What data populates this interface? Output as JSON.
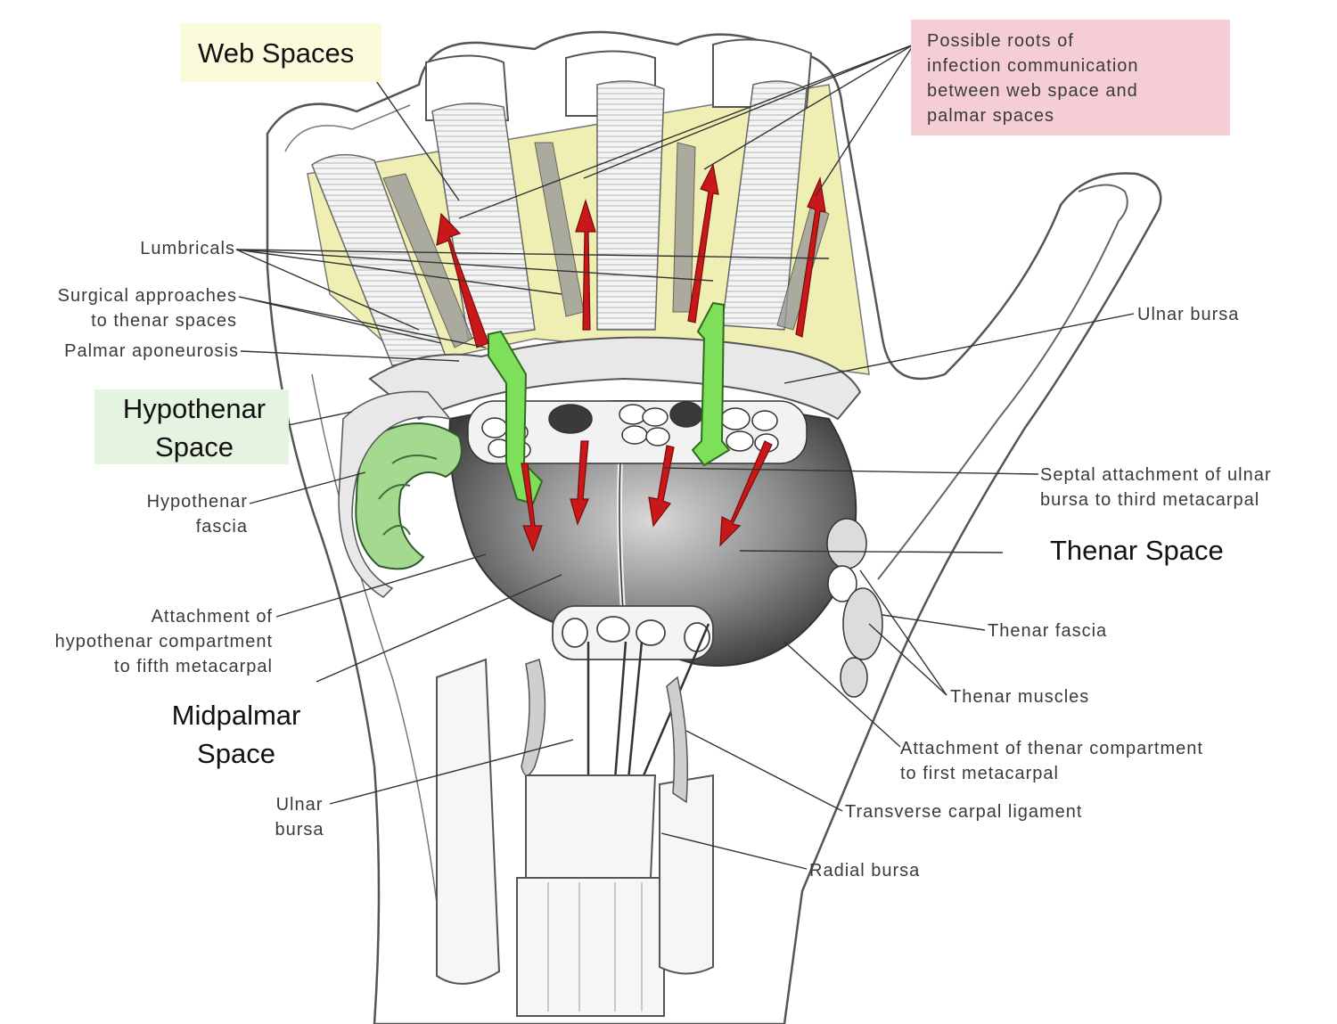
{
  "colors": {
    "web_box": "#fbfbdc",
    "hypothenar_box": "#e4f4e0",
    "roots_box": "#f5cdd5",
    "web_space_fill": "#efefb4",
    "arrow_red": "#c8181a",
    "approach_green": "#7ddf5a",
    "hypothenar_green": "#a5d98f",
    "outline": "#555555"
  },
  "headings": {
    "web_spaces": "Web Spaces",
    "hypothenar_space": "Hypothenar\nSpace",
    "thenar_space": "Thenar Space",
    "midpalmar_space": "Midpalmar\nSpace"
  },
  "labels": {
    "possible_roots": "Possible roots of\ninfection communication\nbetween web space and\npalmar spaces",
    "lumbricals": "Lumbricals",
    "surgical_approaches": "Surgical approaches\nto thenar spaces",
    "palmar_aponeurosis": "Palmar aponeurosis",
    "ulnar_bursa_top": "Ulnar bursa",
    "septal_attachment": "Septal attachment of ulnar\nbursa to third metacarpal",
    "hypothenar_fascia": "Hypothenar\nfascia",
    "attachment_hypothenar": "Attachment of\nhypothenar compartment\nto fifth metacarpal",
    "thenar_fascia": "Thenar fascia",
    "thenar_muscles": "Thenar muscles",
    "attachment_thenar": "Attachment of thenar compartment\nto first metacarpal",
    "transverse_carpal": "Transverse carpal ligament",
    "ulnar_bursa_bottom": "Ulnar\nbursa",
    "radial_bursa": "Radial bursa"
  }
}
